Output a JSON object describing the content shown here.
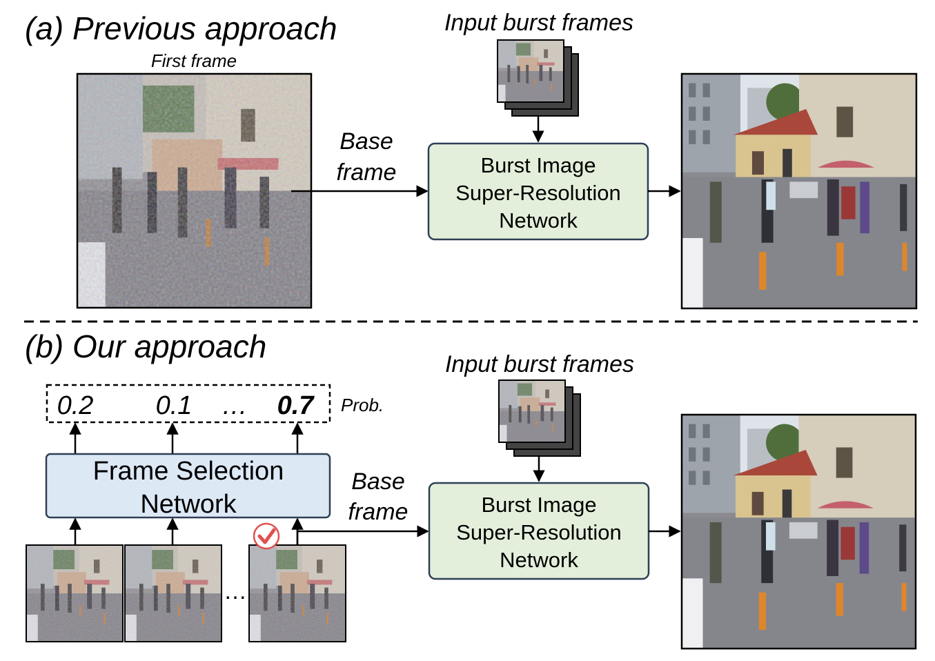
{
  "top": {
    "title": "(a) Previous approach",
    "first_frame_label": "First frame",
    "input_label": "Input burst frames",
    "base_frame_line1": "Base",
    "base_frame_line2": "frame",
    "network": [
      "Burst Image",
      "Super-Resolution",
      "Network"
    ]
  },
  "bottom": {
    "title": "(b) Our approach",
    "probs": [
      "0.2",
      "0.1",
      "…",
      "0.7"
    ],
    "prob_label": "Prob.",
    "selection_network": [
      "Frame Selection",
      "Network"
    ],
    "input_label": "Input burst frames",
    "base_frame_line1": "Base",
    "base_frame_line2": "frame",
    "network": [
      "Burst Image",
      "Super-Resolution",
      "Network"
    ],
    "frames_ellipsis": "…"
  },
  "colors": {
    "sr_box_fill": "#e3efdb",
    "sr_box_stroke": "#2e3f55",
    "fsn_box_fill": "#dde8f5",
    "check": "#e05050"
  }
}
